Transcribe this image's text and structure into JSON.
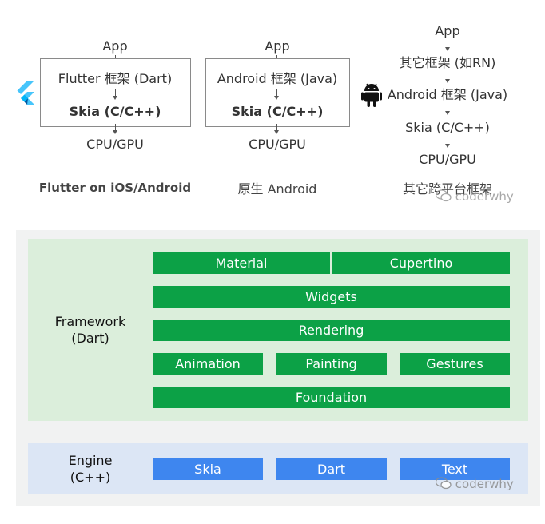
{
  "top": {
    "flutter": {
      "app": "App",
      "framework": "Flutter 框架 (Dart)",
      "skia": "Skia (C/C++)",
      "cpu": "CPU/GPU",
      "caption": "Flutter on iOS/Android"
    },
    "native": {
      "app": "App",
      "framework": "Android 框架 (Java)",
      "skia": "Skia (C/C++)",
      "cpu": "CPU/GPU",
      "caption": "原生 Android"
    },
    "cross": {
      "app": "App",
      "other": "其它框架 (如RN)",
      "android": "Android 框架 (Java)",
      "skia": "Skia (C/C++)",
      "cpu": "CPU/GPU",
      "caption": "其它跨平台框架"
    },
    "watermark": "coderwhy"
  },
  "framework": {
    "label_line1": "Framework",
    "label_line2": "(Dart)",
    "material": "Material",
    "cupertino": "Cupertino",
    "widgets": "Widgets",
    "rendering": "Rendering",
    "animation": "Animation",
    "painting": "Painting",
    "gestures": "Gestures",
    "foundation": "Foundation"
  },
  "engine": {
    "label_line1": "Engine",
    "label_line2": "(C++)",
    "skia": "Skia",
    "dart": "Dart",
    "text": "Text",
    "watermark": "coderwhy"
  },
  "colors": {
    "framework_bar": "#0ca146",
    "engine_bar": "#3e86ef",
    "framework_bg": "#dbeedb",
    "engine_bg": "#dce6f5",
    "flutter_logo": "#47c5fb",
    "android_logo": "#111111"
  },
  "icons": [
    "flutter-logo-icon",
    "android-robot-icon",
    "wechat-icon"
  ]
}
